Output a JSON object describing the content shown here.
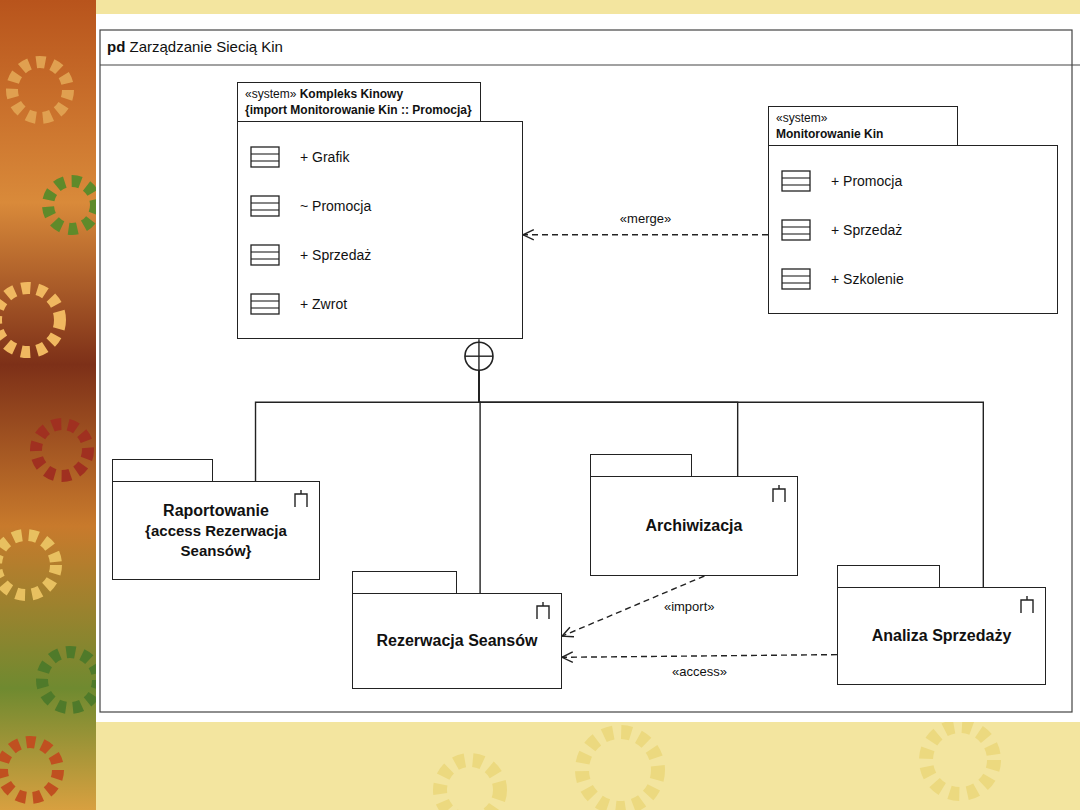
{
  "diagram": {
    "title": "pd Zarządzanie Siecią Kin",
    "nodes": [
      {
        "text": [
          "«system» Kompleks Kinowy",
          "{import Monitorowanie Kin :: Promocja}",
          "+ Grafik",
          "~ Promocja",
          "+ Sprzedaż",
          "+ Zwrot"
        ]
      },
      {
        "text": [
          "«system» Monitorowanie Kin",
          "+ Promocja",
          "+ Sprzedaż",
          "+ Szkolenie"
        ]
      },
      {
        "text": [
          "Raportowanie",
          "{access Rezerwacja Seansów}"
        ]
      },
      {
        "text": [
          "Rezerwacja Seansów"
        ]
      },
      {
        "text": [
          "Archiwizacja"
        ]
      },
      {
        "text": [
          "Analiza Sprzedaży"
        ]
      }
    ],
    "edges": [
      {
        "from": 1,
        "to": 0,
        "arrow": "to",
        "label": "«merge»"
      },
      {
        "from": 2,
        "to": 0,
        "arrow": "none"
      },
      {
        "from": 3,
        "to": 0,
        "arrow": "none"
      },
      {
        "from": 4,
        "to": 0,
        "arrow": "none"
      },
      {
        "from": 5,
        "to": 0,
        "arrow": "none"
      },
      {
        "from": 4,
        "to": 3,
        "arrow": "to",
        "label": "«import»"
      },
      {
        "from": 5,
        "to": 3,
        "arrow": "to",
        "label": "«access»"
      }
    ]
  }
}
